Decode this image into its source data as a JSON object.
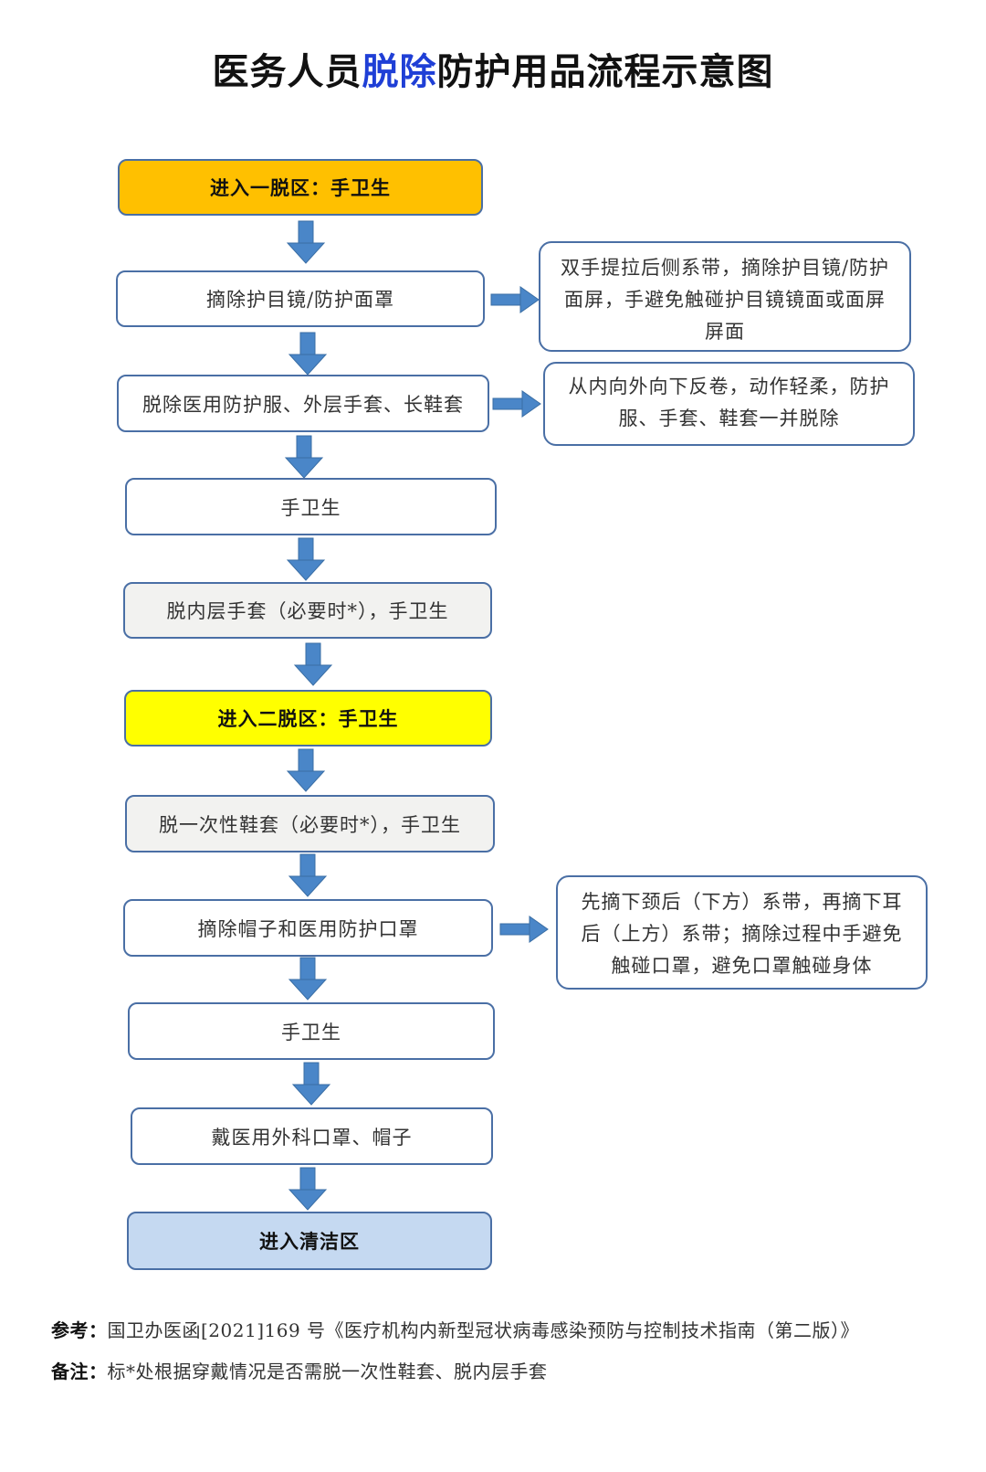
{
  "title": {
    "prefix": "医务人员",
    "highlight": "脱除",
    "suffix": "防护用品流程示意图"
  },
  "colors": {
    "highlight": "#1f3fd6",
    "border": "#4a6fa5",
    "arrow": "#4a86c8",
    "zone1": "#ffc000",
    "zone2": "#ffff00",
    "clean": "#c5d9f1",
    "gray": "#f2f2f0"
  },
  "steps": [
    {
      "id": "zone1",
      "text": "进入一脱区：手卫生"
    },
    {
      "id": "goggles",
      "text": "摘除护目镜/防护面罩"
    },
    {
      "id": "suit",
      "text": "脱除医用防护服、外层手套、长鞋套"
    },
    {
      "id": "hand1",
      "text": "手卫生"
    },
    {
      "id": "inner",
      "text": "脱内层手套（必要时*），手卫生"
    },
    {
      "id": "zone2",
      "text": "进入二脱区：手卫生"
    },
    {
      "id": "shoe",
      "text": "脱一次性鞋套（必要时*），手卫生"
    },
    {
      "id": "cap",
      "text": "摘除帽子和医用防护口罩"
    },
    {
      "id": "hand2",
      "text": "手卫生"
    },
    {
      "id": "wear",
      "text": "戴医用外科口罩、帽子"
    },
    {
      "id": "clean",
      "text": "进入清洁区"
    }
  ],
  "notes": {
    "goggles": "双手提拉后侧系带，摘除护目镜/防护面屏，手避免触碰护目镜镜面或面屏屏面",
    "suit": "从内向外向下反卷，动作轻柔，防护服、手套、鞋套一并脱除",
    "cap": "先摘下颈后（下方）系带，再摘下耳后（上方）系带；摘除过程中手避免触碰口罩，避免口罩触碰身体"
  },
  "footer": {
    "ref_label": "参考：",
    "ref_text": "国卫办医函[2021]169 号《医疗机构内新型冠状病毒感染预防与控制技术指南（第二版）》",
    "remark_label": "备注：",
    "remark_text": "标*处根据穿戴情况是否需脱一次性鞋套、脱内层手套"
  }
}
